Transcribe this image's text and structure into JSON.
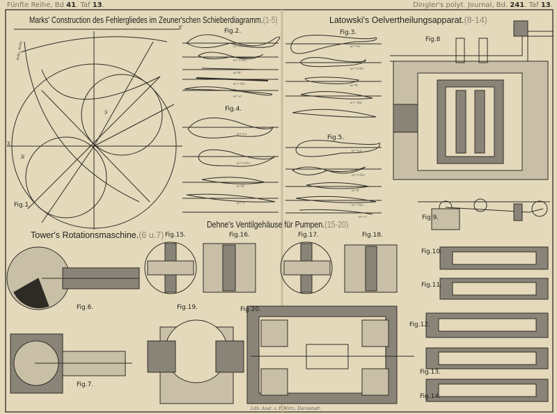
{
  "header": {
    "left": {
      "prefix": "Fünfte Reihe, Bd ",
      "volume": "41",
      "mid": ". Taf ",
      "plate": "13",
      "suffix": "."
    },
    "right": {
      "prefix": "Dingler's polyt. Journal, Bd. ",
      "volume": "241",
      "mid": ". Taf ",
      "plate": "13",
      "suffix": "."
    }
  },
  "titles": {
    "marks": {
      "text": "Marks' Construction des Fehlergliedes im Zeuner'schen Schieberdiagramm.",
      "range": "(1-5)"
    },
    "latowski": {
      "text": "Latowski's Oelvertheilungsapparat.",
      "range": "(8-14)"
    },
    "tower": {
      "text": "Tower's Rotationsmaschine.",
      "range": "(6 u.7)"
    },
    "dehne": {
      "text": "Dehne's Ventilgehäuse für Pumpen.",
      "range": "(15-20)"
    }
  },
  "figures": [
    "Fig.1.",
    "Fig.2.",
    "Fig.3.",
    "Fig.4.",
    "Fig.5.",
    "Fig.6.",
    "Fig.7.",
    "Fig.8",
    "Fig.9.",
    "Fig.10.",
    "Fig.11.",
    "Fig.12.",
    "Fig.13.",
    "Fig.14.",
    "Fig.15.",
    "Fig.16.",
    "Fig.17.",
    "Fig.18.",
    "Fig.19.",
    "Fig.20."
  ],
  "curve_labels": {
    "fig2": [
      "u=+c",
      "u=+½c",
      "u=0",
      "u=-½c",
      "u=-c"
    ],
    "fig3": [
      "u=+c",
      "u=+½c",
      "u=0",
      "u=-½c"
    ],
    "fig4": [
      "u=+c",
      "u=+½c",
      "u=0",
      "u=-c"
    ],
    "fig5": [
      "u=+c",
      "u=+½c",
      "u=0",
      "u=-½c",
      "u=-c"
    ]
  },
  "fig1_labels": {
    "axis_x": "X",
    "axis_x2": "X'",
    "arc": "Arbe.-Seite",
    "r": "R",
    "s": "S"
  },
  "imprint": "Lith. Anst. v. F. Wirtz, Darmstadt.",
  "colors": {
    "paper": "#e4d9bb",
    "ink": "#2e2b25",
    "section_fill": "#8a8478"
  }
}
